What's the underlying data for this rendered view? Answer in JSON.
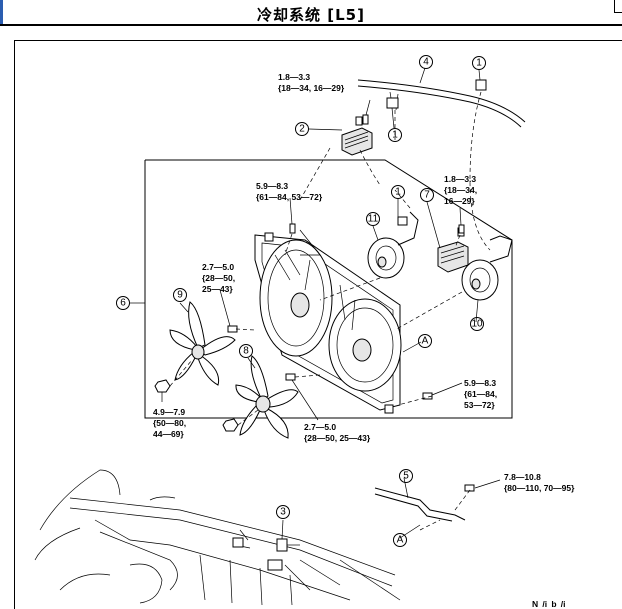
{
  "header": {
    "title": "冷却系统 [L5]"
  },
  "callouts": [
    "1",
    "2",
    "3",
    "4",
    "5",
    "6",
    "7",
    "8",
    "9",
    "10",
    "11",
    "A"
  ],
  "torques": {
    "t1": [
      "1.8—3.3",
      "{18—34, 16—29}"
    ],
    "t2": [
      "5.9—8.3",
      "{61—84, 53—72}"
    ],
    "t3": [
      "1.8—3.3",
      "{18—34,",
      "16—29}"
    ],
    "t4": [
      "2.7—5.0",
      "{28—50,",
      "25—43}"
    ],
    "t5": [
      "4.9—7.9",
      "{50—80,",
      "44—69}"
    ],
    "t6": [
      "2.7—5.0",
      "{28—50, 25—43}"
    ],
    "t7": [
      "5.9—8.3",
      "{61—84,",
      "53—72}"
    ],
    "t8": [
      "7.8—10.8",
      "{80—110, 70—95}"
    ]
  },
  "footer_code": "N /i b /i"
}
